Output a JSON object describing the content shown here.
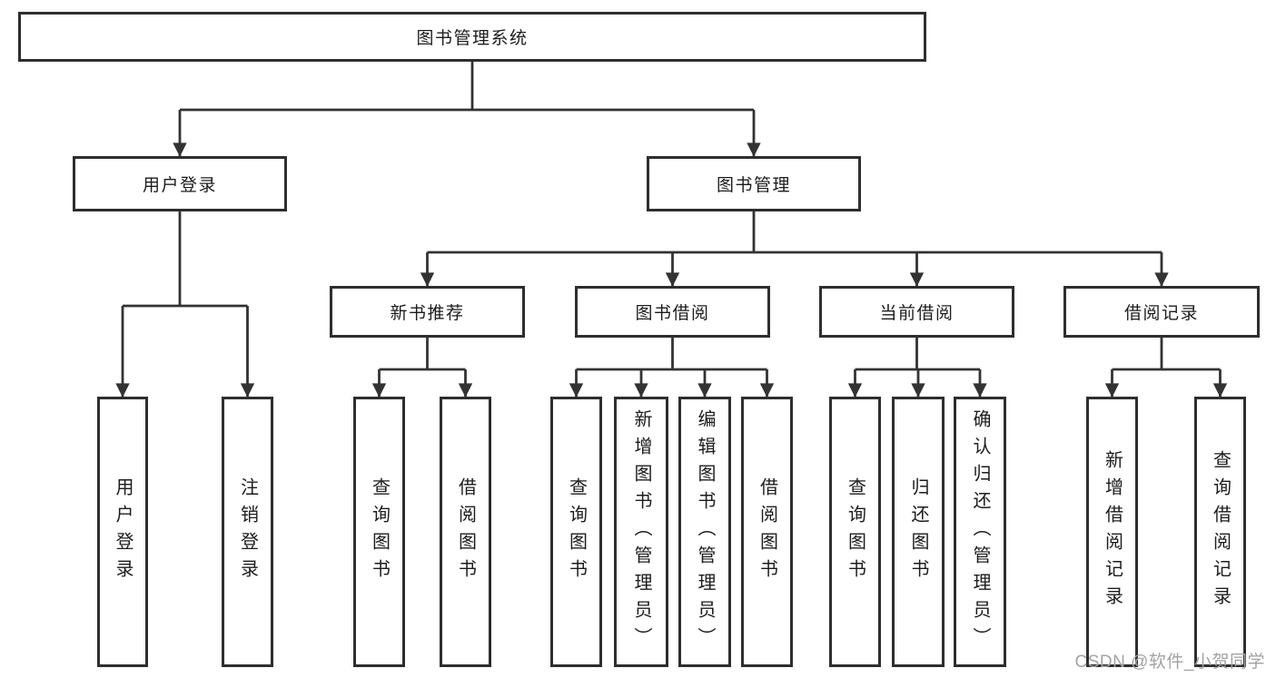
{
  "nodes": {
    "root": {
      "label": "图书管理系统"
    },
    "level2": [
      {
        "label": "用户登录"
      },
      {
        "label": "图书管理"
      }
    ],
    "level3": [
      {
        "label": "新书推荐"
      },
      {
        "label": "图书借阅"
      },
      {
        "label": "当前借阅"
      },
      {
        "label": "借阅记录"
      }
    ],
    "leaves": [
      {
        "label": "用户登录"
      },
      {
        "label": "注销登录"
      },
      {
        "label": "查询图书"
      },
      {
        "label": "借阅图书"
      },
      {
        "label": "查询图书"
      },
      {
        "label": "新增图书（管理员）"
      },
      {
        "label": "编辑图书（管理员）"
      },
      {
        "label": "借阅图书"
      },
      {
        "label": "查询图书"
      },
      {
        "label": "归还图书"
      },
      {
        "label": "确认归还（管理员）"
      },
      {
        "label": "新增借阅记录"
      },
      {
        "label": "查询借阅记录"
      }
    ]
  },
  "watermark": "CSDN @软件_小贺同学",
  "colors": {
    "line": "#333333",
    "box_border": "#2e2e2e",
    "text": "#1c1c1c",
    "watermark": "#a3a3a3",
    "background": "#ffffff"
  }
}
